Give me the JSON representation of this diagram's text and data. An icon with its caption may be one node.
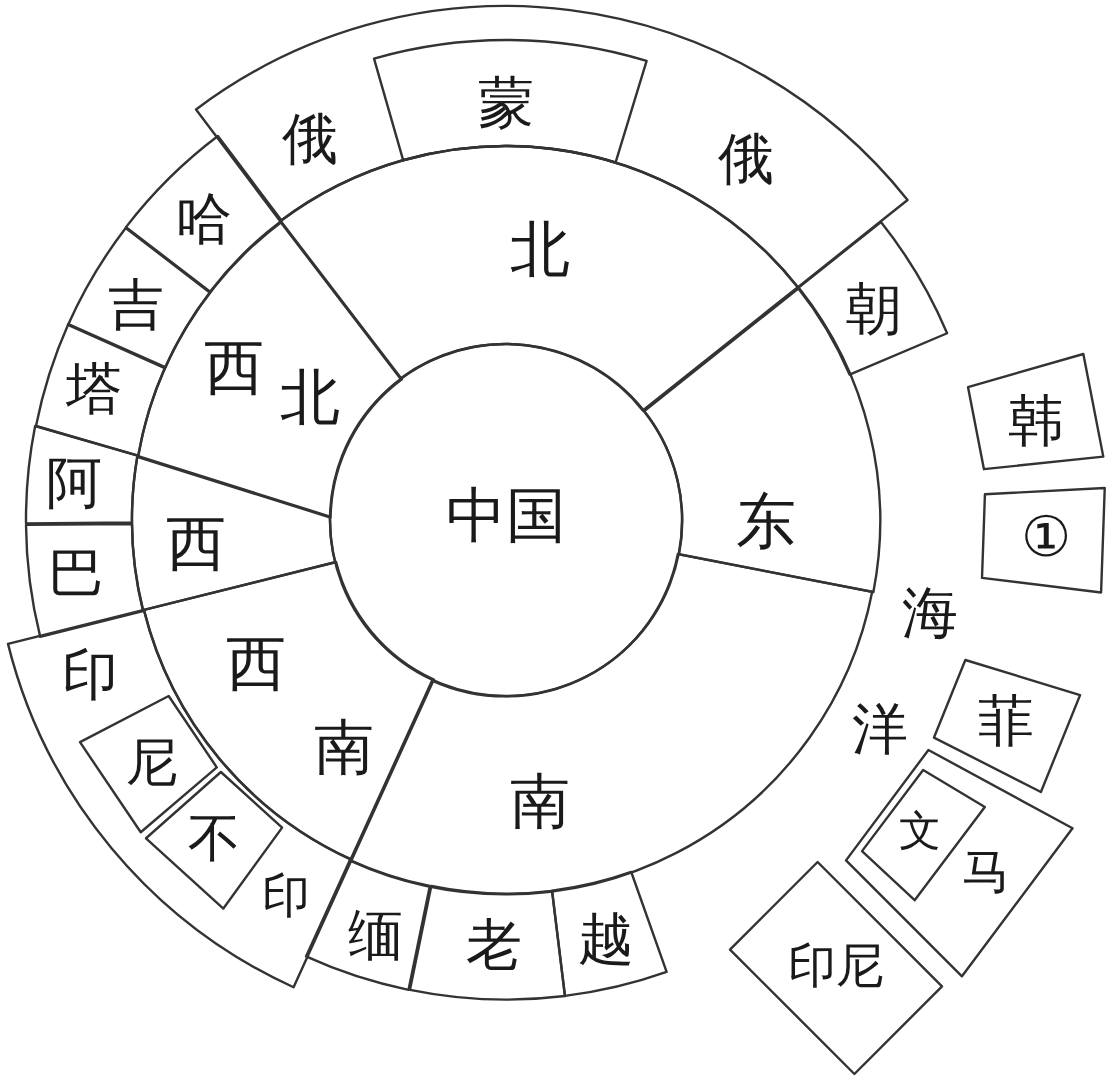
{
  "diagram": {
    "nodes": [
      {
        "text": [
          "中国"
        ]
      },
      {
        "text": [
          "北"
        ]
      },
      {
        "text": [
          "东"
        ]
      },
      {
        "text": [
          "南"
        ]
      },
      {
        "text": [
          "西南"
        ]
      },
      {
        "text": [
          "西"
        ]
      },
      {
        "text": [
          "西北"
        ]
      },
      {
        "text": [
          "俄",
          "俄"
        ]
      },
      {
        "text": [
          "蒙"
        ],
        "in": 7
      },
      {
        "text": [
          "朝"
        ]
      },
      {
        "text": [
          "韩"
        ]
      },
      {
        "text": [
          "①"
        ]
      },
      {
        "text": [
          "哈"
        ]
      },
      {
        "text": [
          "吉"
        ]
      },
      {
        "text": [
          "塔"
        ]
      },
      {
        "text": [
          "阿"
        ]
      },
      {
        "text": [
          "巴"
        ]
      },
      {
        "text": [
          "印",
          "印"
        ]
      },
      {
        "text": [
          "尼"
        ],
        "in": 17
      },
      {
        "text": [
          "不"
        ],
        "in": 17
      },
      {
        "text": [
          "缅"
        ]
      },
      {
        "text": [
          "老"
        ]
      },
      {
        "text": [
          "越"
        ]
      },
      {
        "text": [
          "菲"
        ]
      },
      {
        "text": [
          "马"
        ]
      },
      {
        "text": [
          "文"
        ],
        "in": 24
      },
      {
        "text": [
          "印尼"
        ]
      }
    ],
    "labels": [
      "海洋"
    ]
  }
}
